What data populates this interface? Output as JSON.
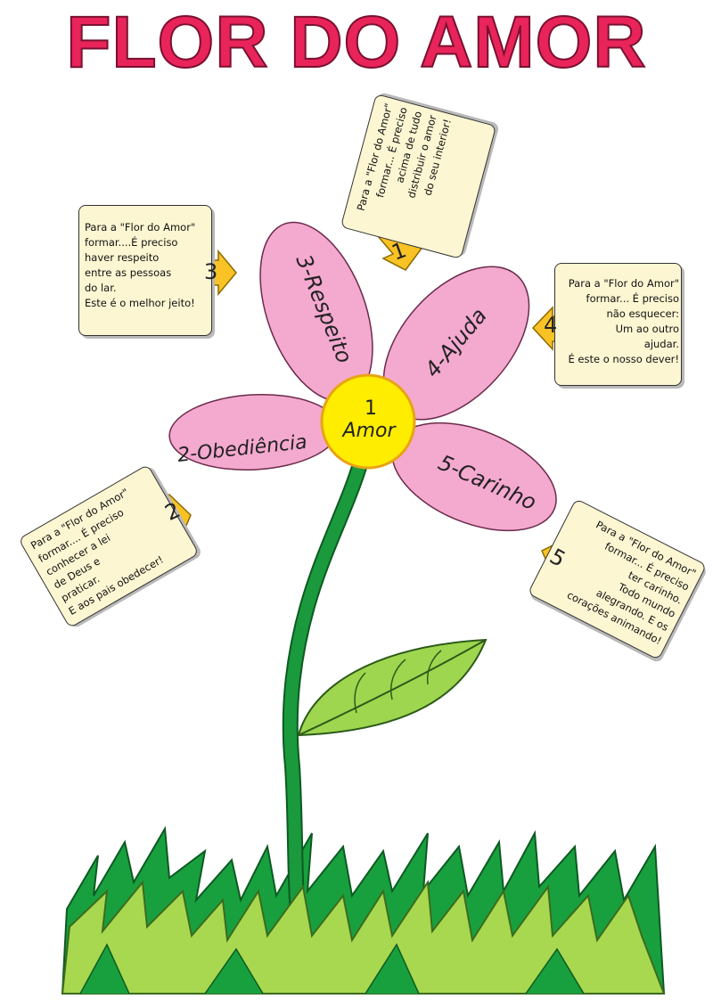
{
  "title": "FLOR DO AMOR",
  "center": {
    "number": "1",
    "label": "Amor"
  },
  "petals": {
    "respeito": "3-Respeito",
    "ajuda": "4-Ajuda",
    "obediencia": "2-Obediência",
    "carinho": "5-Carinho"
  },
  "notes": {
    "n1": {
      "tag": "1",
      "lines": [
        "Para a \"Flor do Amor\"",
        "formar... É preciso",
        "acima de tudo",
        "distribuir o amor",
        "do seu interior!"
      ]
    },
    "n2": {
      "tag": "2",
      "lines": [
        "Para a \"Flor do Amor\"",
        "formar.... É preciso",
        "conhecer a lei",
        "de Deus e",
        "praticar.",
        "E aos pais obedecer!"
      ]
    },
    "n3": {
      "tag": "3",
      "lines": [
        "Para a \"Flor do Amor\"",
        "formar....É preciso",
        "haver respeito",
        "entre as pessoas",
        "do lar.",
        "Este é o melhor jeito!"
      ]
    },
    "n4": {
      "tag": "4",
      "lines": [
        "Para a \"Flor do Amor\"",
        "formar... É preciso",
        "não esquecer:",
        "Um ao outro",
        "ajudar.",
        "É este o nosso dever!"
      ]
    },
    "n5": {
      "tag": "5",
      "lines": [
        "Para a \"Flor do Amor\"",
        "formar... É preciso",
        "ter carinho.",
        "Todo mundo",
        "alegrando. E os",
        "corações animando!"
      ]
    }
  },
  "colors": {
    "title": "#e8245a",
    "petal": "#f4a9cf",
    "center": "#ffed00",
    "stem": "#1a9a3c",
    "leaf": "#9ed64f",
    "grass_dark": "#18a03e",
    "grass_light": "#a7d84f",
    "note": "#fdf6d2",
    "tag": "#f9c225"
  }
}
